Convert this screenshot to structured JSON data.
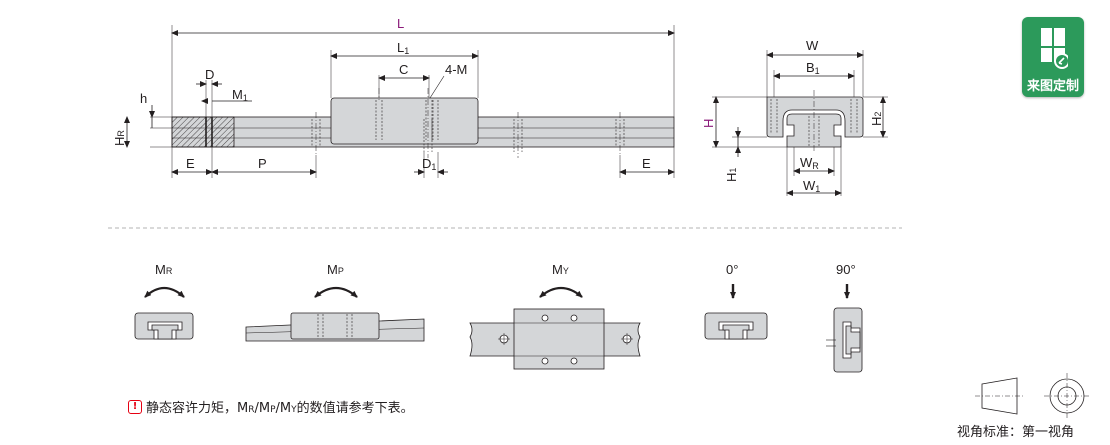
{
  "badge": {
    "label": "来图定制",
    "icon": "custom-drawing-icon",
    "color": "#2c9a5b"
  },
  "dims": {
    "L": "L",
    "L1": "L",
    "L1_sub": "1",
    "C": "C",
    "M4": "4-M",
    "D": "D",
    "M1": "M",
    "M1_sub": "1",
    "h": "h",
    "HR": "H",
    "HR_sub": "R",
    "E_left": "E",
    "P": "P",
    "D1": "D",
    "D1_sub": "1",
    "E_right": "E",
    "W": "W",
    "B1": "B",
    "B1_sub": "1",
    "H": "H",
    "H2": "H",
    "H2_sub": "2",
    "WR": "W",
    "WR_sub": "R",
    "H1": "H",
    "H1_sub": "1",
    "W1": "W",
    "W1_sub": "1"
  },
  "moments": {
    "MR": "M",
    "MR_sub": "R",
    "MP": "M",
    "MP_sub": "P",
    "MY": "M",
    "MY_sub": "Y",
    "deg0": "0°",
    "deg90": "90°"
  },
  "note": {
    "prefix": "静态容许力矩，M",
    "r": "R",
    "slash1": "/M",
    "p": "P",
    "slash2": "/M",
    "y": "Y",
    "suffix": "的数值请参考下表。"
  },
  "projection": "视角标准：第一视角",
  "colors": {
    "accent": "#8b1a7a",
    "part": "#d4d6d8",
    "line": "#231f20",
    "warn": "#e60012"
  }
}
